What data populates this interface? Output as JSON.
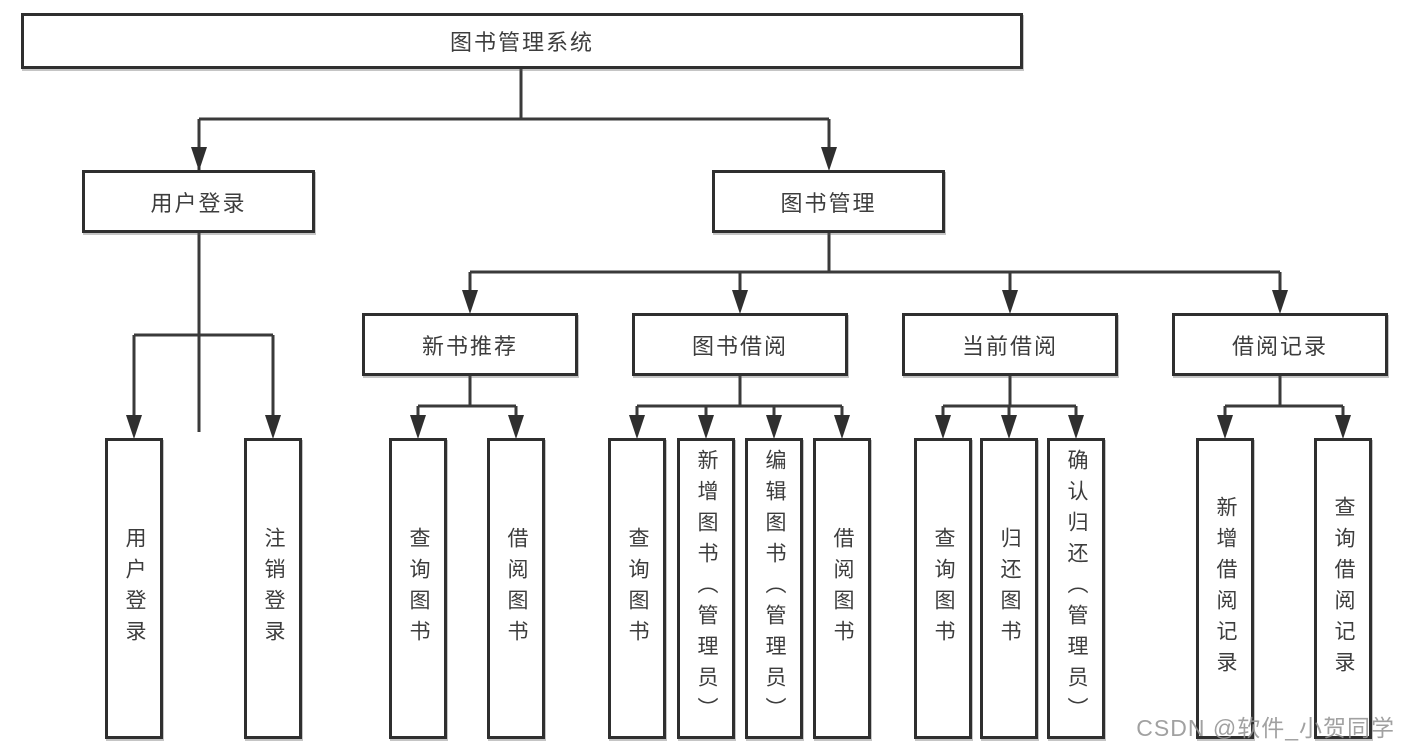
{
  "diagram": {
    "title": "图书管理系统",
    "branches": [
      {
        "label": "用户登录",
        "children": [
          {
            "label": "用户登录"
          },
          {
            "label": "注销登录"
          }
        ]
      },
      {
        "label": "图书管理",
        "children": [
          {
            "label": "新书推荐",
            "children": [
              {
                "label": "查询图书"
              },
              {
                "label": "借阅图书"
              }
            ]
          },
          {
            "label": "图书借阅",
            "children": [
              {
                "label": "查询图书"
              },
              {
                "label": "新增图书（管理员）"
              },
              {
                "label": "编辑图书（管理员）"
              },
              {
                "label": "借阅图书"
              }
            ]
          },
          {
            "label": "当前借阅",
            "children": [
              {
                "label": "查询图书"
              },
              {
                "label": "归还图书"
              },
              {
                "label": "确认归还（管理员）"
              }
            ]
          },
          {
            "label": "借阅记录",
            "children": [
              {
                "label": "新增借阅记录"
              },
              {
                "label": "查询借阅记录"
              }
            ]
          }
        ]
      }
    ]
  },
  "watermark": {
    "text": "CSDN @软件_小贺同学"
  },
  "colors": {
    "box_border": "#2f2f2f",
    "box_fill": "#ffffff",
    "line": "#3a3a3a",
    "text": "#3d3d3d",
    "watermark": "#949494"
  }
}
